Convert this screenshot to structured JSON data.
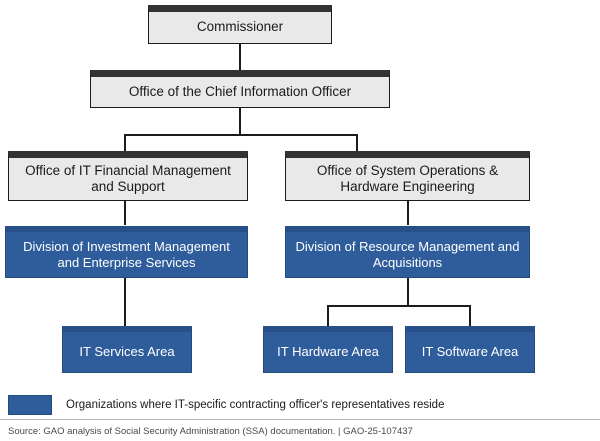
{
  "figure": {
    "type": "organization-chart",
    "colors": {
      "office_fill": "#e9e9e9",
      "office_header_bar": "#333333",
      "office_border": "#1c1c1c",
      "highlight_fill": "#2f5c9b",
      "highlight_border": "#24497c",
      "connector": "#1c1c1c",
      "page_background": "#ffffff"
    }
  },
  "nodes": {
    "commissioner": {
      "label": "Commissioner",
      "style": "gray"
    },
    "ocio": {
      "label": "Office of the Chief Information Officer",
      "style": "gray"
    },
    "office_it_financial": {
      "label": "Office of IT Financial Management and Support",
      "style": "gray"
    },
    "office_system_ops": {
      "label": "Office of System Operations & Hardware Engineering",
      "style": "gray"
    },
    "division_investment": {
      "label": "Division of Investment Management and Enterprise Services",
      "style": "blue"
    },
    "division_resource": {
      "label": "Division of Resource Management and Acquisitions",
      "style": "blue"
    },
    "it_services_area": {
      "label": "IT Services Area",
      "style": "blue"
    },
    "it_hardware_area": {
      "label": "IT Hardware Area",
      "style": "blue"
    },
    "it_software_area": {
      "label": "IT Software Area",
      "style": "blue"
    }
  },
  "legend": {
    "swatch_color": "#2f5c9b",
    "text": "Organizations where IT-specific contracting officer's representatives reside"
  },
  "source": {
    "text": "Source: GAO analysis of Social Security Administration (SSA) documentation.  |  GAO-25-107437"
  }
}
